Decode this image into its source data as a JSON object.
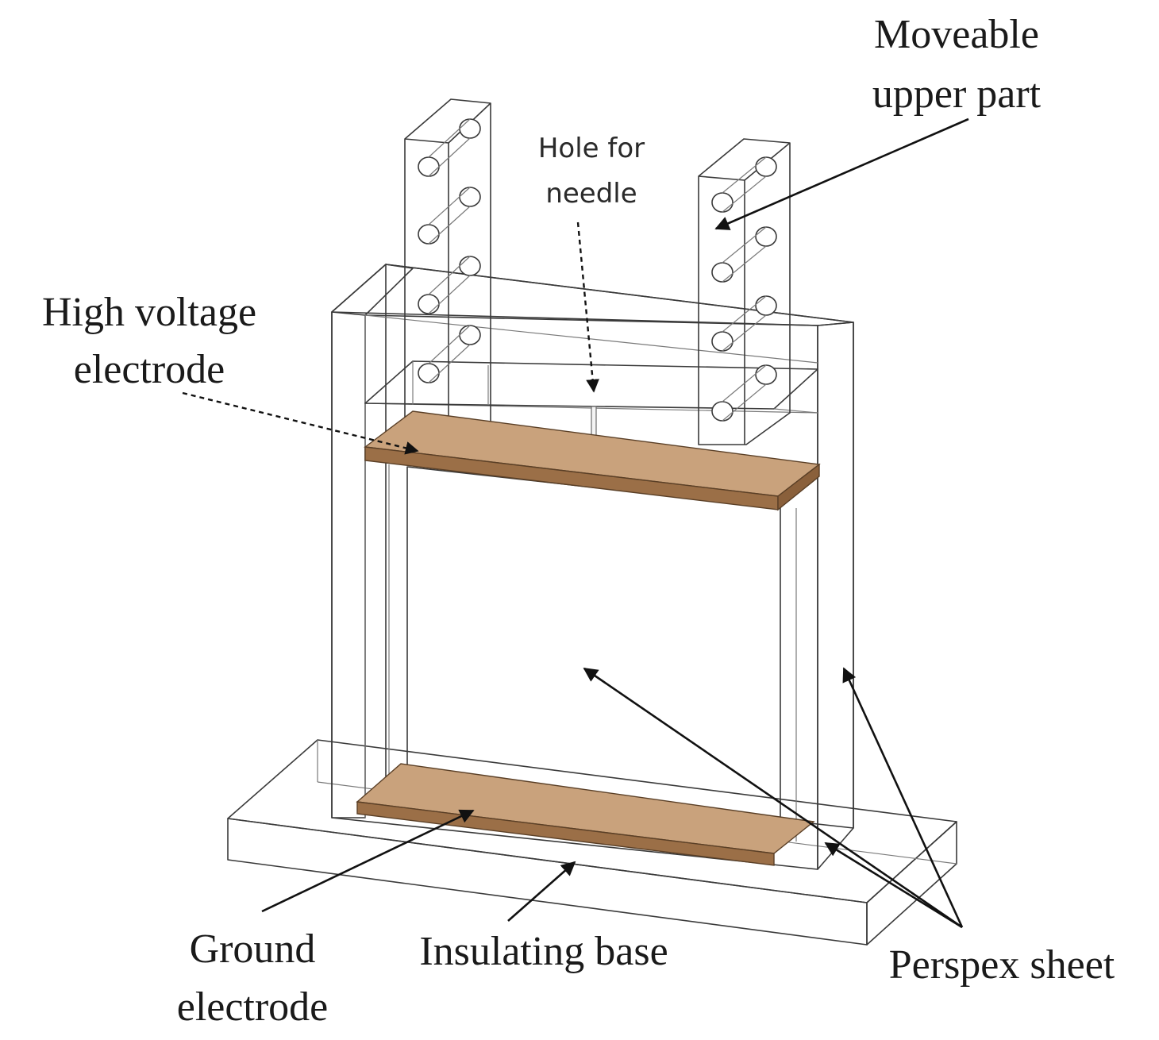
{
  "labels": {
    "moveable_upper_part": [
      "Moveable",
      "upper  part"
    ],
    "hole_for_needle": [
      "Hole for",
      "needle"
    ],
    "high_voltage_electrode": [
      "High voltage",
      "electrode"
    ],
    "ground_electrode": [
      "Ground",
      "electrode"
    ],
    "insulating_base": "Insulating base",
    "perspex_sheet": "Perspex sheet"
  },
  "colors": {
    "electrode_top": "#c9a27c",
    "electrode_side": "#9b6f47",
    "perspex_fill": "#cfcfcf",
    "rear_sheet_fill": "#c6c6c6",
    "base_fill": "#e6e6e6",
    "edge": "#3a3a3a"
  }
}
